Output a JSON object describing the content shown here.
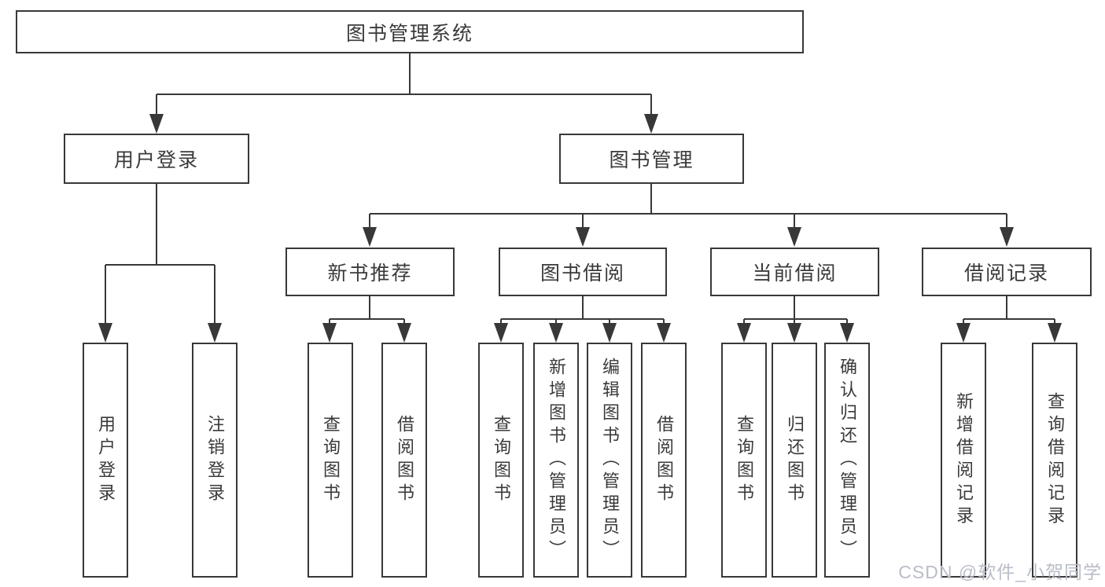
{
  "colors": {
    "line": "#383838",
    "text": "#3a3a3a",
    "background": "#ffffff",
    "watermark": "#b9bdc7"
  },
  "watermark": {
    "text": "CSDN @软件_小贺同学"
  },
  "diagram": {
    "type": "hierarchy-flowchart",
    "root": {
      "label": "图书管理系统"
    },
    "branches": [
      {
        "label": "用户登录",
        "children": [
          {
            "label": "用户登录"
          },
          {
            "label": "注销登录"
          }
        ]
      },
      {
        "label": "图书管理",
        "children": [
          {
            "label": "新书推荐",
            "children": [
              {
                "label": "查询图书"
              },
              {
                "label": "借阅图书"
              }
            ]
          },
          {
            "label": "图书借阅",
            "children": [
              {
                "label": "查询图书"
              },
              {
                "label": "新增图书（管理员）"
              },
              {
                "label": "编辑图书（管理员）"
              },
              {
                "label": "借阅图书"
              }
            ]
          },
          {
            "label": "当前借阅",
            "children": [
              {
                "label": "查询图书"
              },
              {
                "label": "归还图书"
              },
              {
                "label": "确认归还（管理员）"
              }
            ]
          },
          {
            "label": "借阅记录",
            "children": [
              {
                "label": "新增借阅记录"
              },
              {
                "label": "查询借阅记录"
              }
            ]
          }
        ]
      }
    ]
  }
}
